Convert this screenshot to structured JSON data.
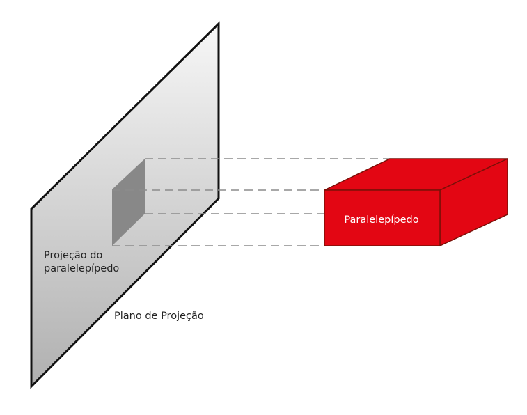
{
  "labels": {
    "projection": [
      "Projeção do",
      "paralelepípedo"
    ],
    "plane": "Plano de Projeção",
    "box": "Paralelepípedo"
  },
  "colors": {
    "box_fill": "#e30613",
    "box_stroke": "#7a1008",
    "plane_top": "#f6f6f6",
    "plane_bottom": "#b3b3b3",
    "projection_fill": "#888888",
    "dash": "#8c8c8c"
  }
}
